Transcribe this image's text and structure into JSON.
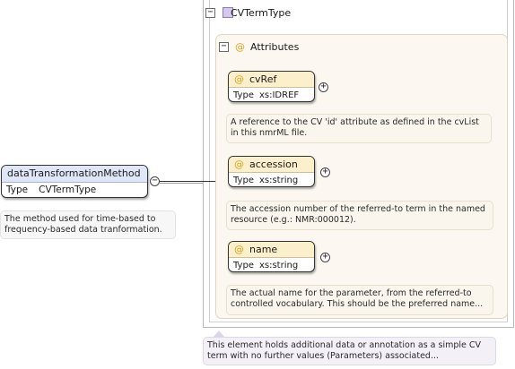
{
  "complex_type": {
    "name": "CVTermType",
    "description": "This element holds additional data or annotation as a simple CV term with no further values (Parameters) associated..."
  },
  "attributes_group": {
    "label": "Attributes",
    "symbol": "@"
  },
  "attributes": [
    {
      "symbol": "@",
      "name": "cvRef",
      "type_label": "Type",
      "type_value": "xs:IDREF",
      "description": "A reference to the CV 'id' attribute as defined in the cvList in this nmrML file."
    },
    {
      "symbol": "@",
      "name": "accession",
      "type_label": "Type",
      "type_value": "xs:string",
      "description": "The accession number of the referred-to term in the named resource (e.g.: NMR:000012)."
    },
    {
      "symbol": "@",
      "name": "name",
      "type_label": "Type",
      "type_value": "xs:string",
      "description": "The actual name for the parameter, from the referred-to controlled vocabulary. This should be the preferred name..."
    }
  ],
  "root_element": {
    "name": "dataTransformationMethod",
    "type_label": "Type",
    "type_value": "CVTermType",
    "description": "The method used for time-based to frequency-based data tranformation."
  },
  "toggles": {
    "collapse": "−",
    "expand": "+"
  },
  "colors": {
    "root_header": "#dfe6f5",
    "attribute_header": "#fcefcc",
    "attributes_group_bg": "#fcf8f1",
    "complex_type_icon": "#d5c9ec",
    "attribute_symbol": "#d6a21c"
  }
}
